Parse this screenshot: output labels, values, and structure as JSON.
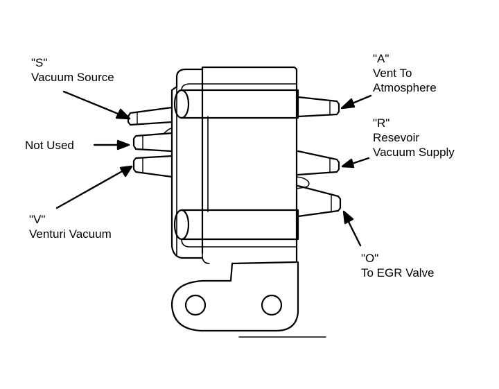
{
  "labels": {
    "s": {
      "code": "\"S\"",
      "line1": "Vacuum Source"
    },
    "not_used": {
      "line1": "Not Used"
    },
    "v": {
      "code": "\"V\"",
      "line1": "Venturi Vacuum"
    },
    "a": {
      "code": "\"A\"",
      "line1": "Vent To",
      "line2": "Atmosphere"
    },
    "r": {
      "code": "\"R\"",
      "line1": "Resevoir",
      "line2": "Vacuum Supply"
    },
    "o": {
      "code": "\"O\"",
      "line1": "To EGR Valve"
    }
  },
  "colors": {
    "ink": "#000000",
    "paper": "#ffffff"
  }
}
